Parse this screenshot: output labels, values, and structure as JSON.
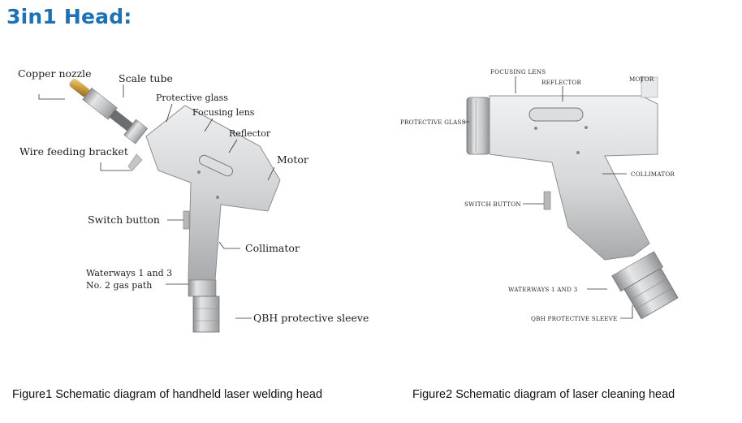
{
  "page": {
    "title": "3in1 Head:"
  },
  "figure1": {
    "caption": "Figure1  Schematic diagram of handheld laser welding head",
    "labels": {
      "copper_nozzle": "Copper nozzle",
      "scale_tube": "Scale tube",
      "protective_glass": "Protective glass",
      "focusing_lens": "Focusing lens",
      "reflector": "Reflector",
      "wire_feeding_bracket": "Wire feeding bracket",
      "motor": "Motor",
      "switch_button": "Switch button",
      "collimator": "Collimator",
      "waterways_line1": "Waterways 1 and 3",
      "waterways_line2": "No. 2 gas path",
      "qbh_sleeve": "QBH protective sleeve"
    }
  },
  "figure2": {
    "caption": "Figure2  Schematic diagram of laser cleaning head",
    "labels": {
      "focusing_lens": "FOCUSING LENS",
      "reflector": "REFLECTOR",
      "motor": "MOTOR",
      "protective_glass": "PROTECTIVE GLASS",
      "collimator": "COLLIMATOR",
      "switch_button": "SWITCH BUTTON",
      "waterways": "WATERWAYS 1 AND 3",
      "qbh_sleeve": "QBH PROTECTIVE SLEEVE"
    }
  }
}
